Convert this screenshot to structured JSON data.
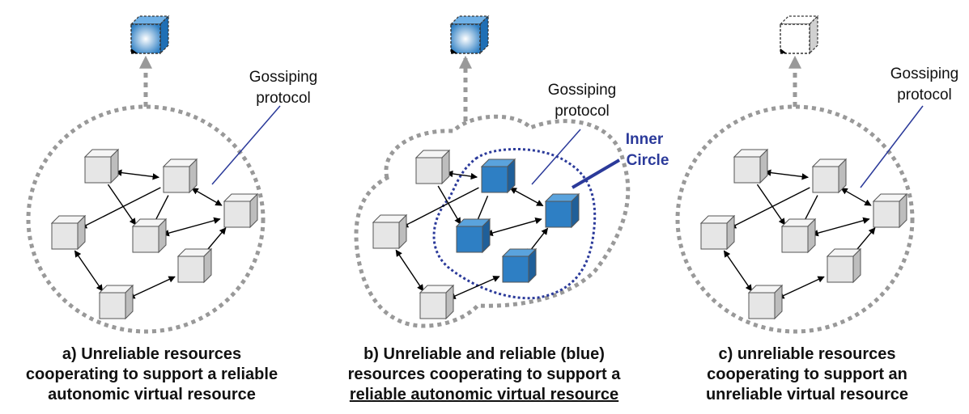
{
  "panels": [
    {
      "id": "a",
      "gossip_label_line1": "Gossiping",
      "gossip_label_line2": "protocol",
      "virtual_resource_reliable": true,
      "caption_lines": [
        "a) Unreliable resources",
        "cooperating to support a reliable",
        "autonomic virtual resource"
      ]
    },
    {
      "id": "b",
      "gossip_label_line1": "Gossiping",
      "gossip_label_line2": "protocol",
      "inner_circle_line1": "Inner",
      "inner_circle_line2": "Circle",
      "virtual_resource_reliable": true,
      "caption_lines": [
        "b) Unreliable and reliable (blue)",
        "resources cooperating to support a",
        "reliable autonomic virtual resource"
      ]
    },
    {
      "id": "c",
      "gossip_label_line1": "Gossiping",
      "gossip_label_line2": "protocol",
      "virtual_resource_reliable": false,
      "caption_lines": [
        "c) unreliable resources",
        "cooperating to support an",
        "unreliable virtual resource"
      ]
    }
  ],
  "colors": {
    "reliable_node": "#2e7fc4",
    "unreliable_node": "#e6e6e6",
    "boundary": "#999999",
    "inner_circle": "#2b3a9a",
    "pointer_line": "#2b3a9a",
    "edge": "#000000"
  }
}
